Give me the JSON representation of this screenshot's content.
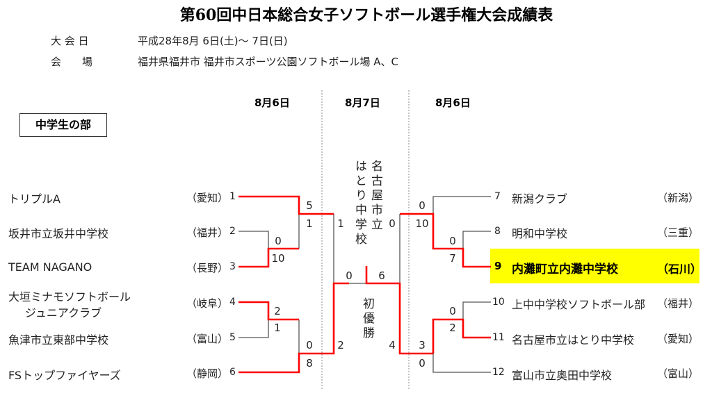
{
  "title": "第60回中日本総合女子ソフトボール選手権大会成績表",
  "info": {
    "date_label": "大 会 日",
    "date_value": "平成28年8月 6日(土)～ 7日(日)",
    "venue_label": "会　　場",
    "venue_value": "福井県福井市  福井市スポーツ公園ソフトボール場 A、C"
  },
  "division": "中学生の部",
  "dates": [
    "8月6日",
    "8月7日",
    "8月6日"
  ],
  "left_teams": [
    {
      "num": "1",
      "name": "トリプルA",
      "pref": "（愛知）"
    },
    {
      "num": "2",
      "name": "坂井市立坂井中学校",
      "pref": "（福井）"
    },
    {
      "num": "3",
      "name": "TEAM NAGANO",
      "pref": "（長野）"
    },
    {
      "num": "4",
      "name": "大垣ミナモソフトボール",
      "name2": "ジュニアクラブ",
      "pref": "（岐阜）"
    },
    {
      "num": "5",
      "name": "魚津市立東部中学校",
      "pref": "（富山）"
    },
    {
      "num": "6",
      "name": "FSトップファイヤーズ",
      "pref": "（静岡）"
    }
  ],
  "right_teams": [
    {
      "num": "7",
      "name": "新潟クラブ",
      "pref": "（新潟）"
    },
    {
      "num": "8",
      "name": "明和中学校",
      "pref": "（三重）"
    },
    {
      "num": "9",
      "name": "内灘町立内灘中学校",
      "pref": "（石川）"
    },
    {
      "num": "10",
      "name": "上中中学校ソフトボール部",
      "pref": "（福井）"
    },
    {
      "num": "11",
      "name": "名古屋市立はとり中学校",
      "pref": "（愛知）"
    },
    {
      "num": "12",
      "name": "富山市立奥田中学校",
      "pref": "（富山）"
    }
  ],
  "scores": {
    "l23": [
      "0",
      "10"
    ],
    "l1": [
      "5",
      "1"
    ],
    "l45": [
      "2",
      "1"
    ],
    "l6": [
      "0",
      "8"
    ],
    "lsemi": [
      "1",
      "2"
    ],
    "final": [
      "0",
      "6"
    ],
    "rsemi": [
      "0",
      "4"
    ],
    "r7": [
      "0",
      "10"
    ],
    "r89": [
      "0",
      "7"
    ],
    "r1011": [
      "0",
      "2"
    ],
    "r12": [
      "3",
      "0"
    ]
  },
  "champion": {
    "line1": "名古屋市立",
    "line2": "はとり中学校",
    "label": "初優勝"
  },
  "colors": {
    "winner_line": "#ff0000",
    "highlight": "#ffff00"
  }
}
